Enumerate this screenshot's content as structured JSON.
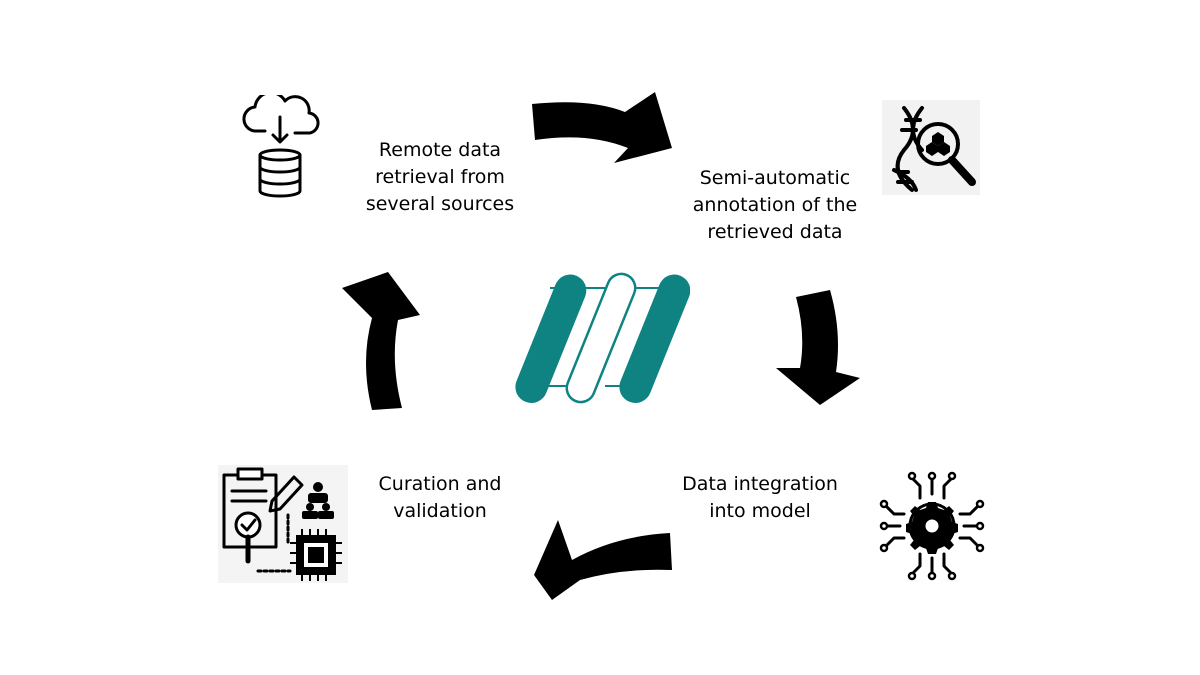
{
  "steps": [
    {
      "lines": [
        "Remote data",
        "retrieval from",
        "several sources"
      ],
      "icon": "cloud-database-icon"
    },
    {
      "lines": [
        "Semi-automatic",
        "annotation of the",
        "retrieved data"
      ],
      "icon": "dna-search-icon"
    },
    {
      "lines": [
        "Data integration",
        "into model"
      ],
      "icon": "gear-circuit-icon"
    },
    {
      "lines": [
        "Curation and",
        "validation"
      ],
      "icon": "curation-validation-icon"
    }
  ],
  "colors": {
    "logo": "#0f8382",
    "arrow": "#000000",
    "text": "#000000"
  }
}
